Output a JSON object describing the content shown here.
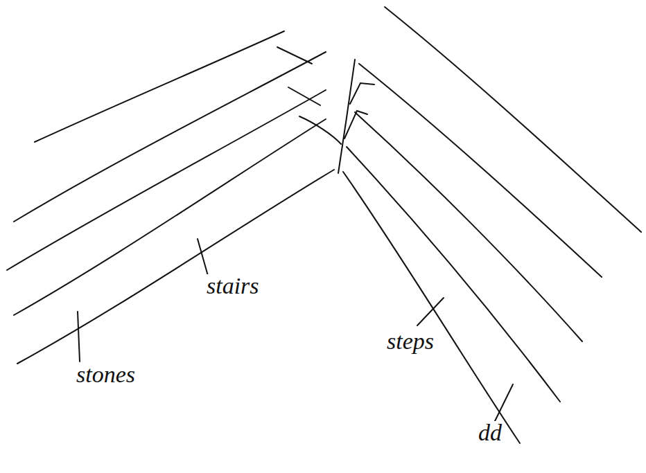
{
  "diagram": {
    "labels": [
      "stairs",
      "stones",
      "steps",
      "dd"
    ]
  }
}
